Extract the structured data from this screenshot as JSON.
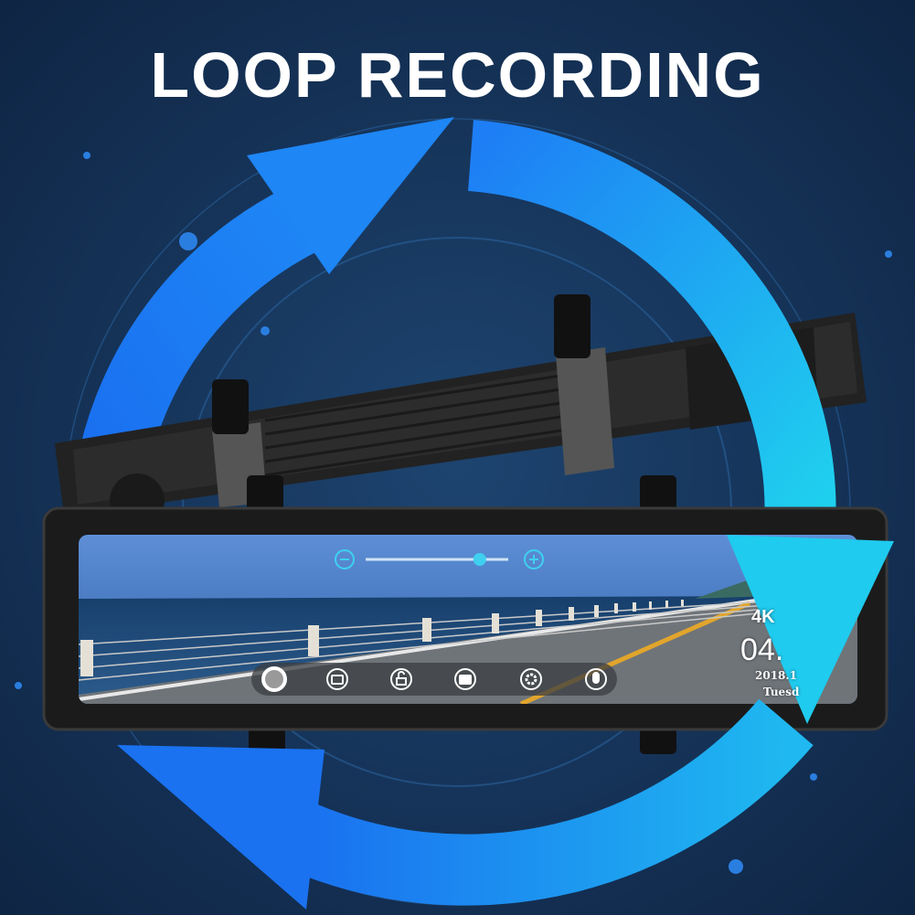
{
  "title": "LOOP RECORDING",
  "screen": {
    "resolution_badge": "4K",
    "time_partial": "04.",
    "date_partial": "2018.1",
    "weekday_partial": "Tuesd",
    "zoom_level_fraction": 0.8
  },
  "toolbar_icons": [
    "record-icon",
    "camera-icon",
    "lock-icon",
    "photo-icon",
    "settings-icon",
    "microphone-icon"
  ],
  "colors": {
    "background": "#163459",
    "arrow_start": "#1a6cf0",
    "arrow_end": "#22c8f0",
    "accent": "#3fd0f0"
  }
}
